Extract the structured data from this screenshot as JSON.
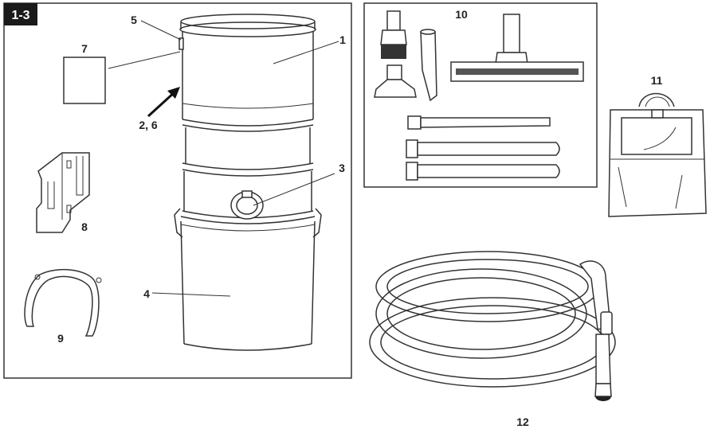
{
  "figure": {
    "tag": "1-3",
    "labels": {
      "canister": "1",
      "parts_ref": "2, 6",
      "inlet": "3",
      "bucket": "4",
      "screw": "5",
      "manual": "7",
      "wall_bracket": "8",
      "hose_hanger": "9",
      "tool_kit": "10",
      "tool_bag": "11",
      "hose": "12"
    }
  }
}
